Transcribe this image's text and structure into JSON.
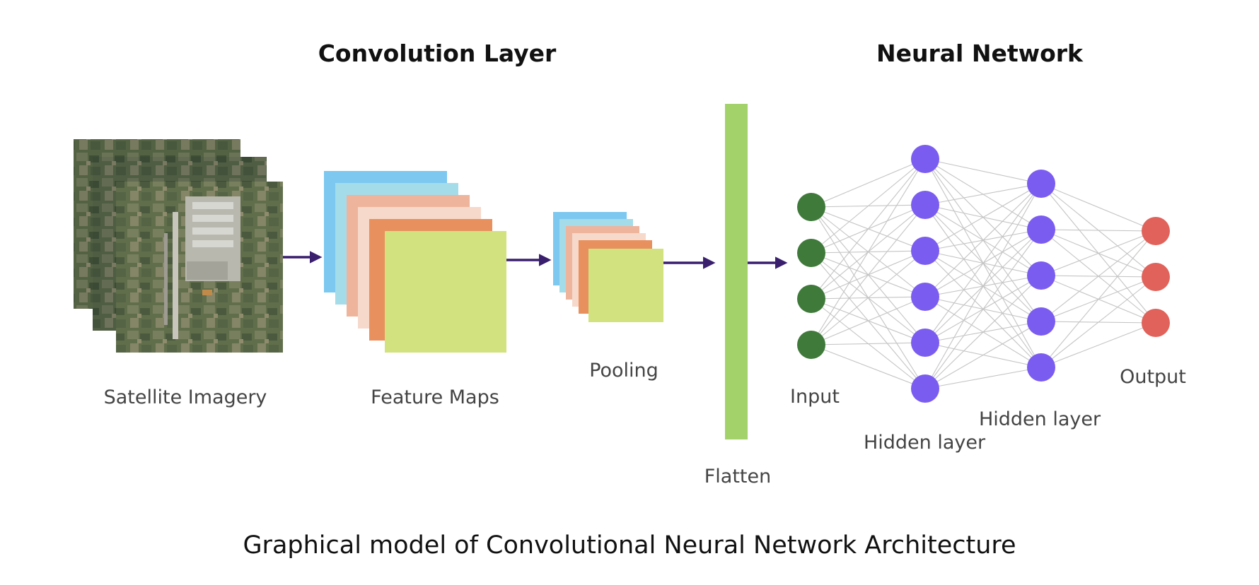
{
  "headings": {
    "convolution": "Convolution Layer",
    "neural_network": "Neural Network"
  },
  "labels": {
    "satellite": "Satellite Imagery",
    "feature_maps": "Feature Maps",
    "pooling": "Pooling",
    "flatten": "Flatten",
    "input": "Input",
    "hidden1": "Hidden layer",
    "hidden2": "Hidden layer",
    "output": "Output"
  },
  "caption": "Graphical model of Convolutional Neural Network Architecture",
  "network": {
    "layer_sizes": [
      4,
      6,
      5,
      3
    ],
    "layer_colors": [
      "#3f7a3a",
      "#7b5cf0",
      "#7b5cf0",
      "#e0625a"
    ]
  },
  "feature_map_colors": [
    "#7cc8f0",
    "#a4dcea",
    "#eeb49c",
    "#f6d9cb",
    "#e8905e",
    "#d2e27e"
  ],
  "colors": {
    "flatten_bar": "#a3d26b",
    "arrow": "#3a1f6e",
    "connection": "#c4c4c4"
  },
  "icons": {
    "satellite_tile": "satellite-image-icon"
  }
}
